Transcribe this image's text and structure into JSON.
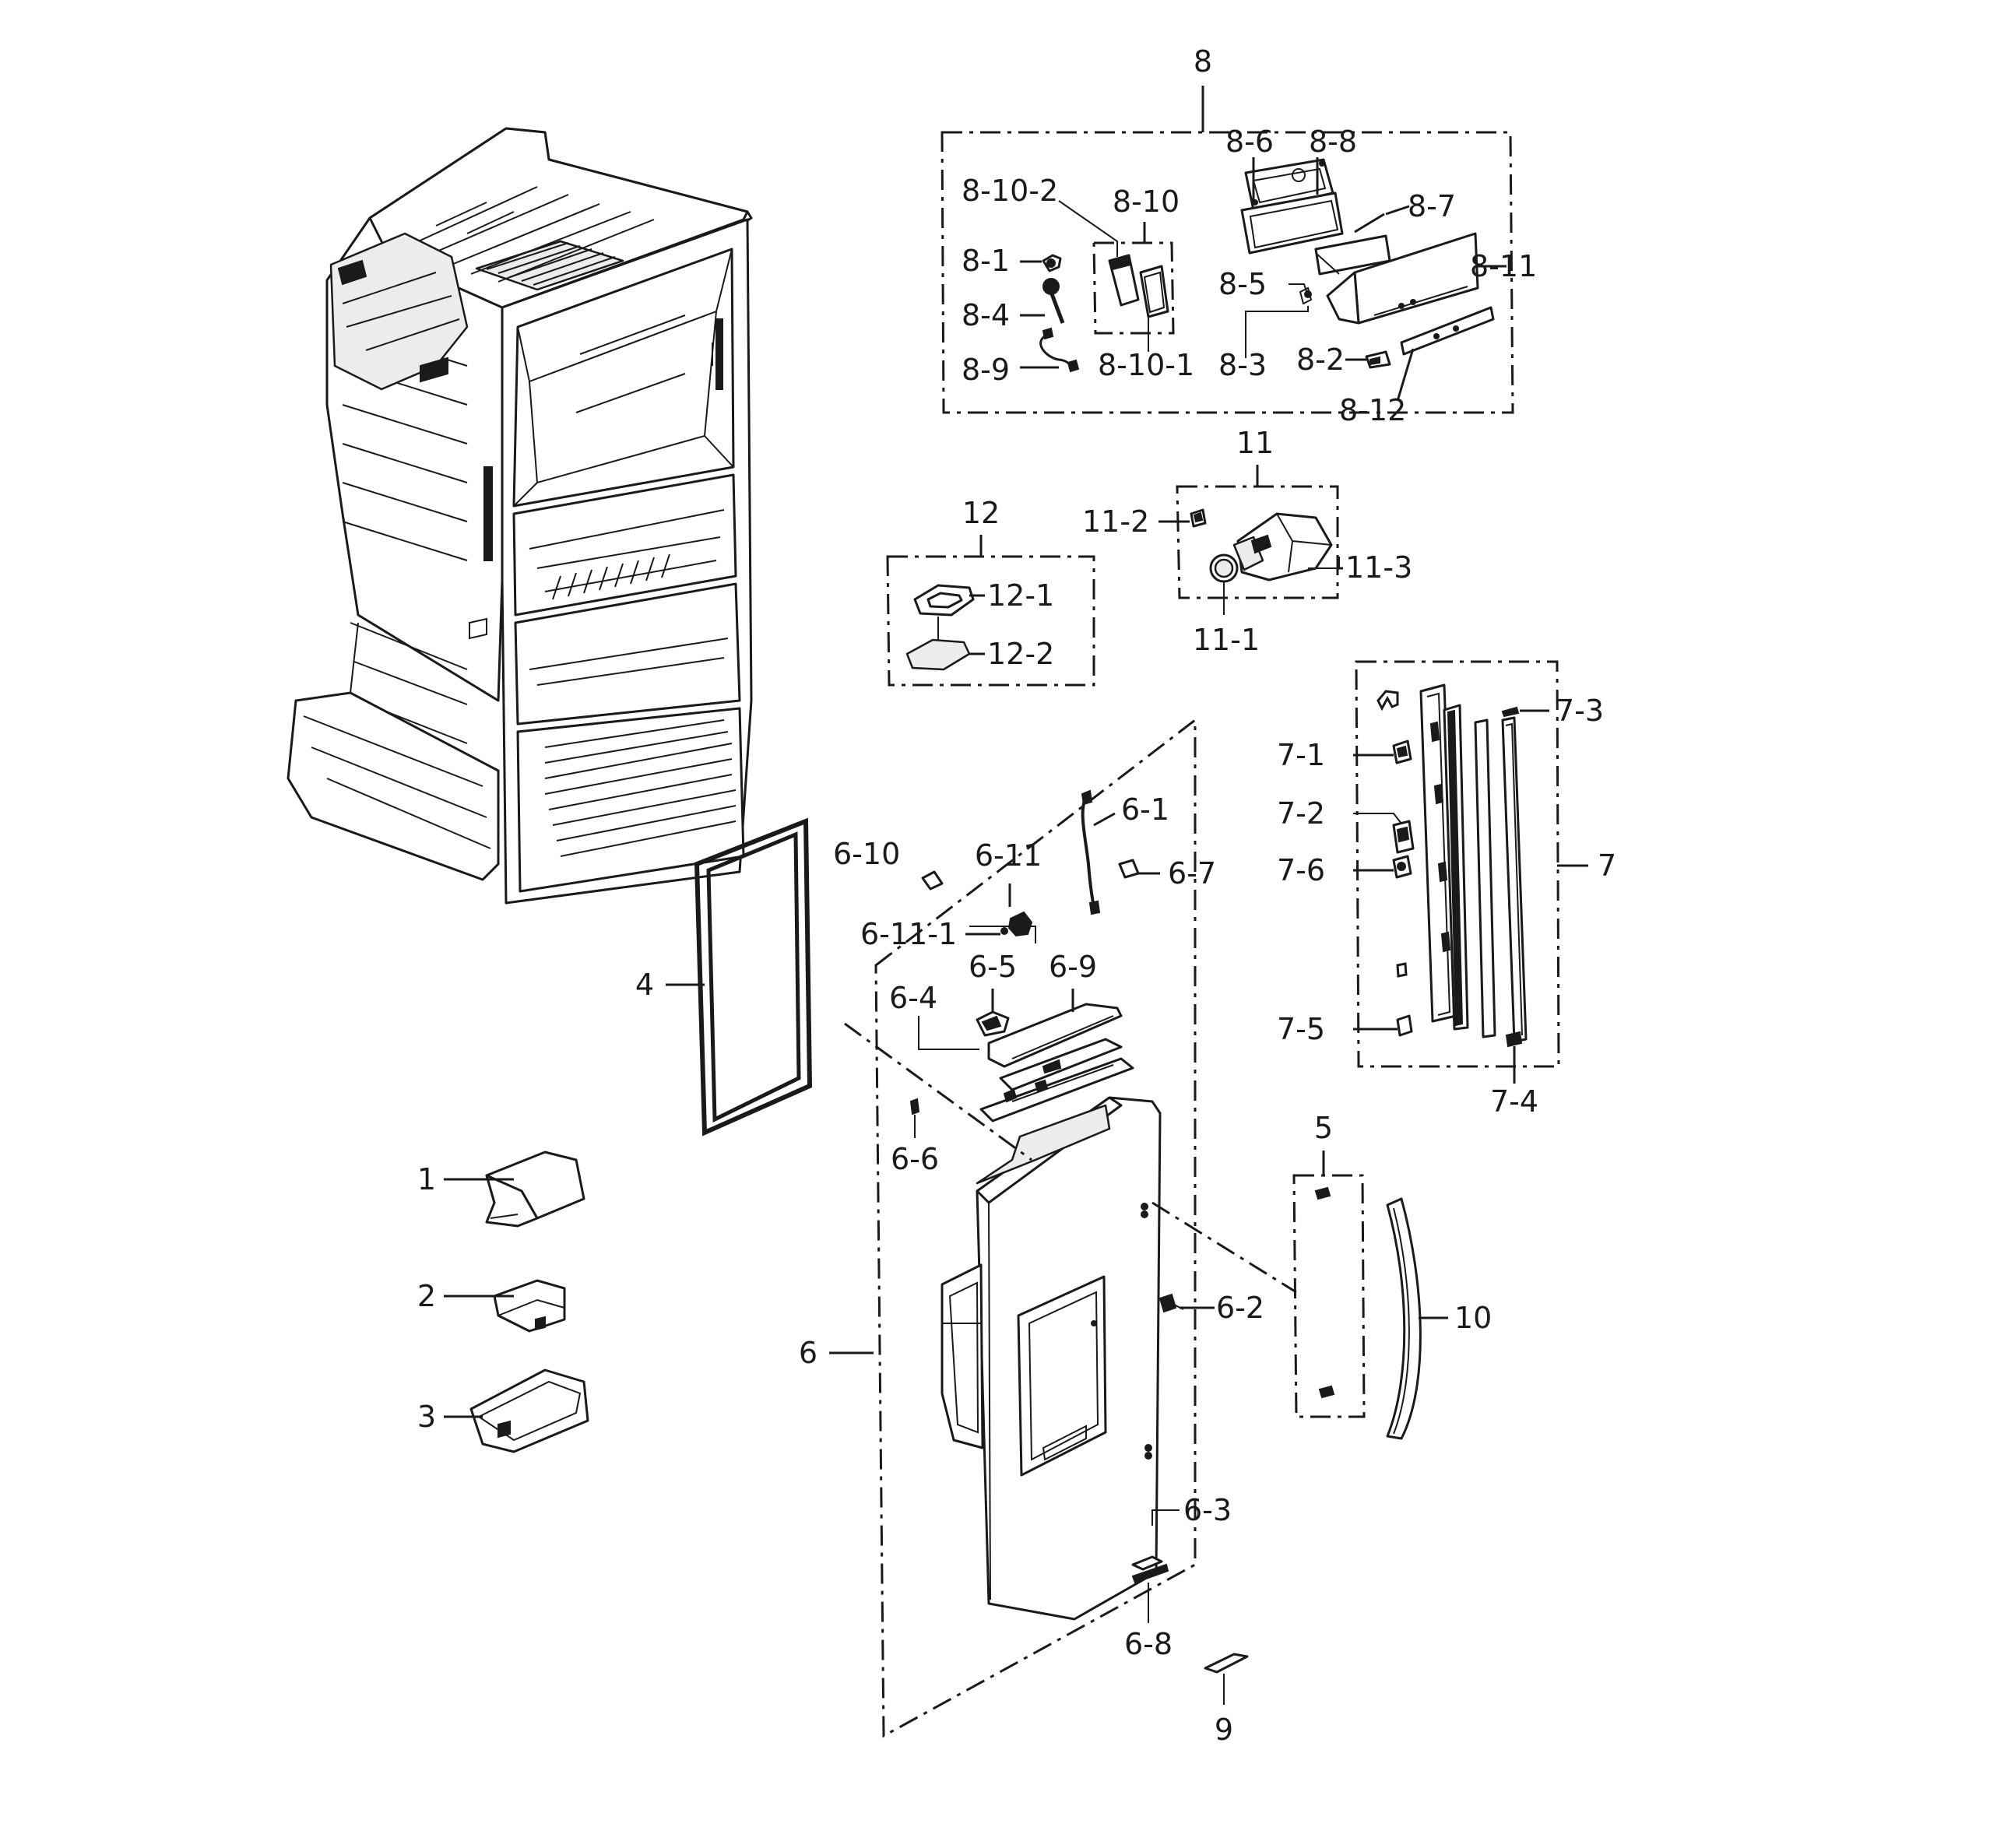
{
  "diagram": {
    "labels": {
      "l1": "1",
      "l2": "2",
      "l3": "3",
      "l4": "4",
      "l5": "5",
      "l6": "6",
      "l6_1": "6-1",
      "l6_2": "6-2",
      "l6_3": "6-3",
      "l6_4": "6-4",
      "l6_5": "6-5",
      "l6_6": "6-6",
      "l6_7": "6-7",
      "l6_8": "6-8",
      "l6_9": "6-9",
      "l6_10": "6-10",
      "l6_11": "6-11",
      "l6_11_1": "6-11-1",
      "l7": "7",
      "l7_1": "7-1",
      "l7_2": "7-2",
      "l7_3": "7-3",
      "l7_4": "7-4",
      "l7_5": "7-5",
      "l7_6": "7-6",
      "l8": "8",
      "l8_1": "8-1",
      "l8_2": "8-2",
      "l8_3": "8-3",
      "l8_4": "8-4",
      "l8_5": "8-5",
      "l8_6": "8-6",
      "l8_7": "8-7",
      "l8_8": "8-8",
      "l8_9": "8-9",
      "l8_10": "8-10",
      "l8_10_1": "8-10-1",
      "l8_10_2": "8-10-2",
      "l8_11": "8-11",
      "l8_12": "8-12",
      "l9": "9",
      "l10": "10",
      "l11": "11",
      "l11_1": "11-1",
      "l11_2": "11-2",
      "l11_3": "11-3",
      "l12": "12",
      "l12_1": "12-1",
      "l12_2": "12-2"
    }
  }
}
